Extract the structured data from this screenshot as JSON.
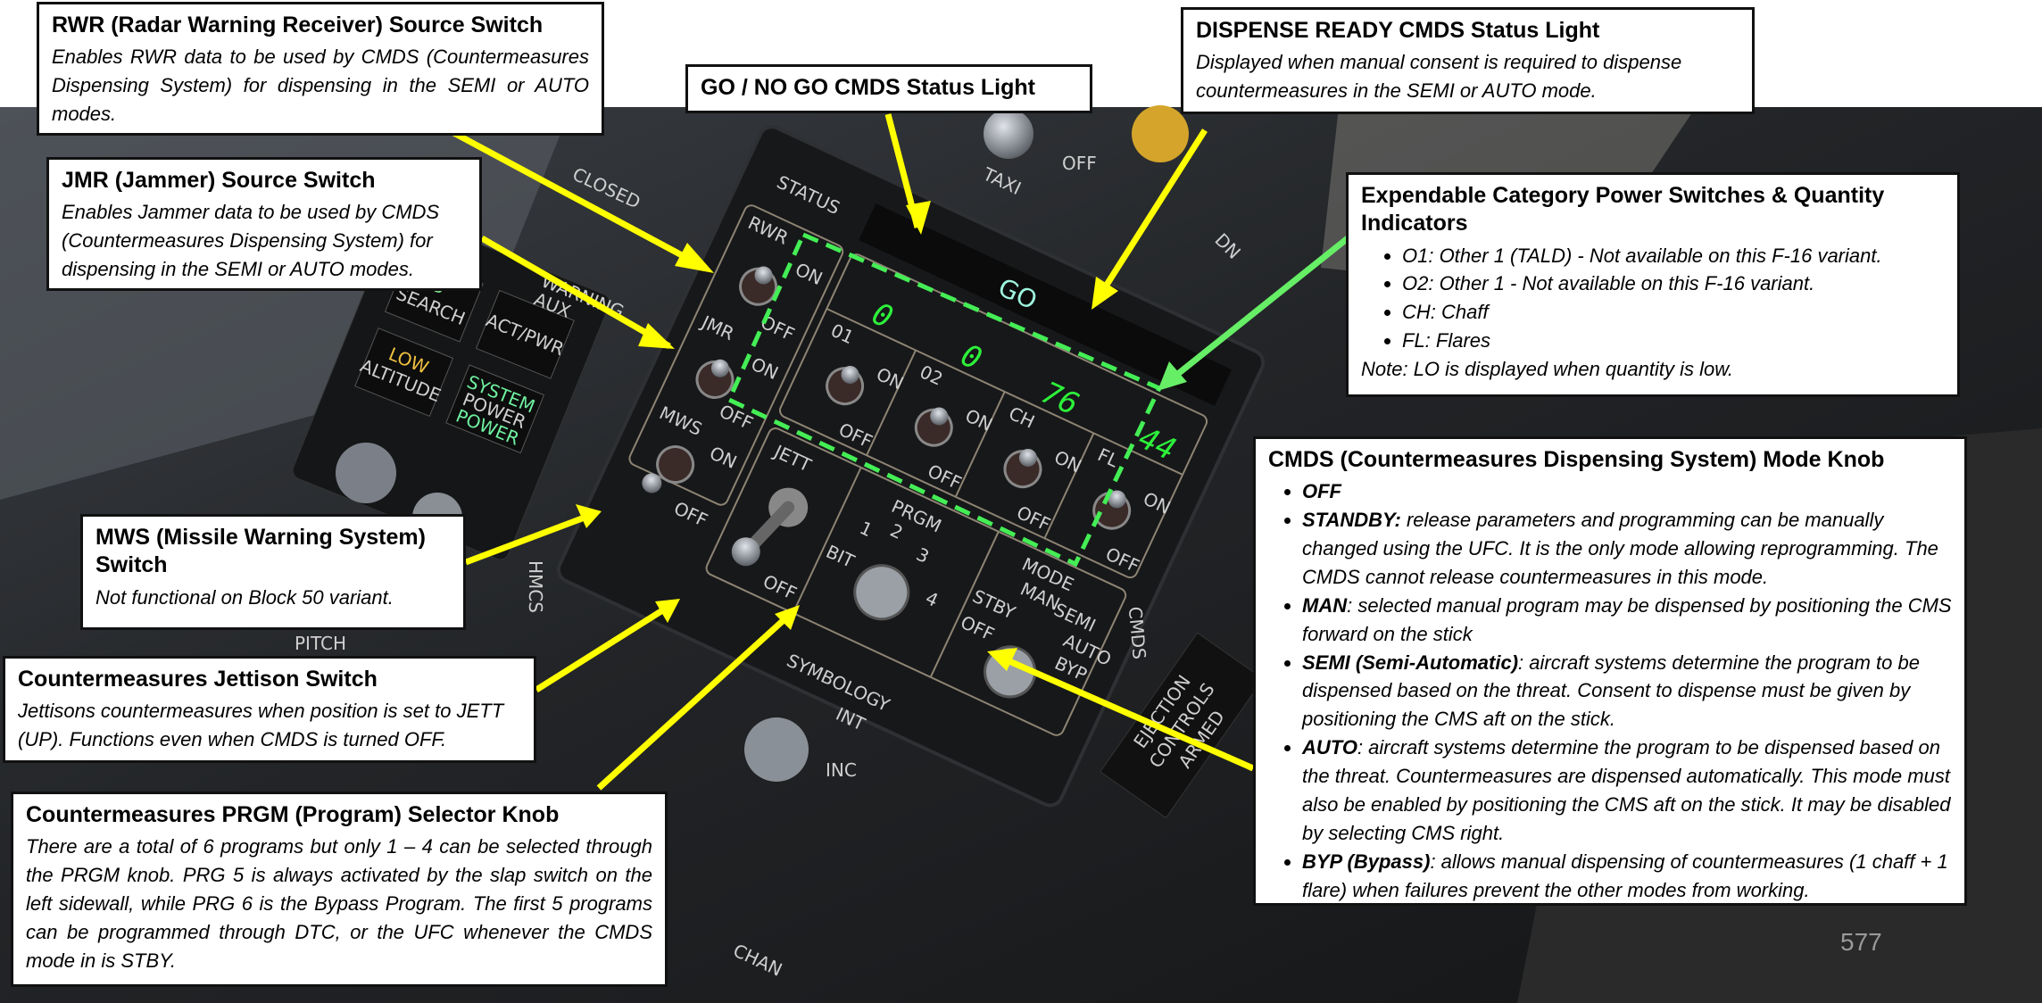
{
  "callouts": {
    "rwr": {
      "title": "RWR (Radar Warning Receiver) Source Switch",
      "text": "Enables RWR data to be used by CMDS (Countermeasures Dispensing System) for dispensing in the SEMI or AUTO modes."
    },
    "jmr": {
      "title": "JMR (Jammer) Source Switch",
      "text": "Enables Jammer data to be used by CMDS (Countermeasures Dispensing System) for dispensing in the SEMI or AUTO modes."
    },
    "go": {
      "title": "GO / NO GO CMDS Status Light"
    },
    "dispense": {
      "title": "DISPENSE READY CMDS Status Light",
      "text": "Displayed when manual consent is required to dispense countermeasures in the SEMI or AUTO mode."
    },
    "expendable": {
      "title": "Expendable Category Power Switches & Quantity Indicators",
      "items": [
        "O1: Other 1 (TALD) - Not available on this F-16 variant.",
        "O2: Other 1 - Not available on this F-16 variant.",
        "CH: Chaff",
        "FL:  Flares"
      ],
      "note": "Note: LO is displayed when quantity is low."
    },
    "mode": {
      "title": "CMDS (Countermeasures Dispensing System) Mode Knob",
      "items": [
        {
          "term": "OFF",
          "desc": ""
        },
        {
          "term": "STANDBY:",
          "desc": " release parameters and programming can be manually changed using the UFC. It is the only mode allowing reprogramming. The CMDS cannot release countermeasures in this mode."
        },
        {
          "term": "MAN",
          "desc": ": selected manual program may be dispensed by positioning the CMS forward on the stick"
        },
        {
          "term": "SEMI (Semi-Automatic)",
          "desc": ": aircraft systems determine the program to be dispensed based on the threat. Consent to dispense must be given by positioning the CMS aft on the stick."
        },
        {
          "term": "AUTO",
          "desc": ": aircraft systems determine the program to be dispensed based on the threat. Countermeasures are dispensed automatically. This mode must also be enabled by positioning the CMS aft on the stick. It may be disabled by selecting CMS right."
        },
        {
          "term": "BYP (Bypass)",
          "desc": ":  allows manual dispensing of countermeasures (1 chaff + 1 flare) when failures prevent the other modes from working."
        }
      ]
    },
    "mws": {
      "title": "MWS (Missile Warning System) Switch",
      "text": "Not functional on Block 50 variant."
    },
    "jett": {
      "title": "Countermeasures Jettison Switch",
      "text": "Jettisons countermeasures when position is set to JETT (UP). Functions even when CMDS is turned OFF."
    },
    "prgm": {
      "title": "Countermeasures PRGM (Program) Selector Knob",
      "text": "There are a total of 6 programs but only 1 – 4 can be selected through the PRGM knob. PRG 5 is always activated by the slap switch on the left sidewall, while PRG 6 is the Bypass Program. The first 5 programs can be programmed through DTC, or the UFC whenever the CMDS mode in is STBY."
    }
  },
  "panel": {
    "status": "STATUS",
    "rwr": "RWR",
    "jmr": "JMR",
    "mws": "MWS",
    "on": "ON",
    "off": "OFF",
    "go": "GO",
    "o1": "01",
    "o2": "02",
    "ch": "CH",
    "fl": "FL",
    "qty_o1": "0",
    "qty_o2": "0",
    "qty_ch": "76",
    "qty_fl": "44",
    "jett": "JETT",
    "prgm": "PRGM",
    "p1": "1",
    "p2": "2",
    "p3": "3",
    "p4": "4",
    "bit": "BIT",
    "mode": "MODE",
    "stby": "STBY",
    "man": "MAN",
    "semi": "SEMI",
    "auto": "AUTO",
    "byp": "BYP",
    "cmds": "CMDS",
    "hmcs": "HMCS",
    "taxi": "TAXI",
    "symbology": "SYMBOLOGY",
    "int": "INT",
    "inc": "INC",
    "search_s": "S",
    "search": "SEARCH",
    "actpwr": "ACT/PWR",
    "low": "LOW",
    "altitude": "ALTITUDE",
    "system": "SYSTEM",
    "power": "POWER",
    "threat": "WARNING",
    "aux": "AUX",
    "closed": "CLOSED",
    "pitch": "PITCH",
    "chan": "CHAN",
    "dn": "DN",
    "ejection": "EJECTION",
    "controls": "CONTROLS",
    "armed": "ARMED"
  },
  "page_number": "577",
  "colors": {
    "arrow": "#ffff00",
    "highlight": "#44ee55",
    "digits": "#2df23a"
  }
}
